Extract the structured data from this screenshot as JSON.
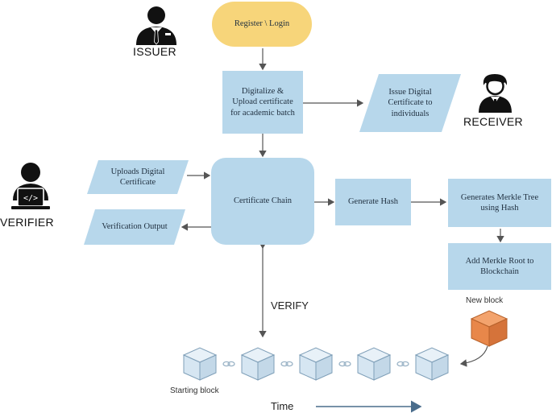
{
  "nodes": {
    "register_login": "Register \\ Login",
    "digitalize_upload": "Digitalize  & Upload certificate for academic batch",
    "issue_digital": "Issue Digital Certificate to individuals",
    "uploads_digital": "Uploads Digital Certificate",
    "verification_output": "Verification Output",
    "certificate_chain": "Certificate Chain",
    "generate_hash": "Generate Hash",
    "generates_merkle": "Generates Merkle Tree using Hash",
    "add_merkle_root": "Add Merkle Root  to Blockchain"
  },
  "actors": {
    "issuer": "ISSUER",
    "receiver": "RECEIVER",
    "verifier": "VERIFIER"
  },
  "labels": {
    "verify": "VERIFY",
    "new_block": "New block",
    "starting_block": "Starting block",
    "time": "Time"
  },
  "colors": {
    "box": "#b7d7eb",
    "start": "#f7d57a",
    "new_block": "#e8874a",
    "chain_block": "#d6e6f2",
    "arrow": "#555555",
    "time_arrow": "#4a6d8c"
  },
  "icons": {
    "issuer": "businessman-icon",
    "receiver": "student-icon",
    "verifier": "developer-laptop-icon",
    "link": "chain-link-icon"
  }
}
